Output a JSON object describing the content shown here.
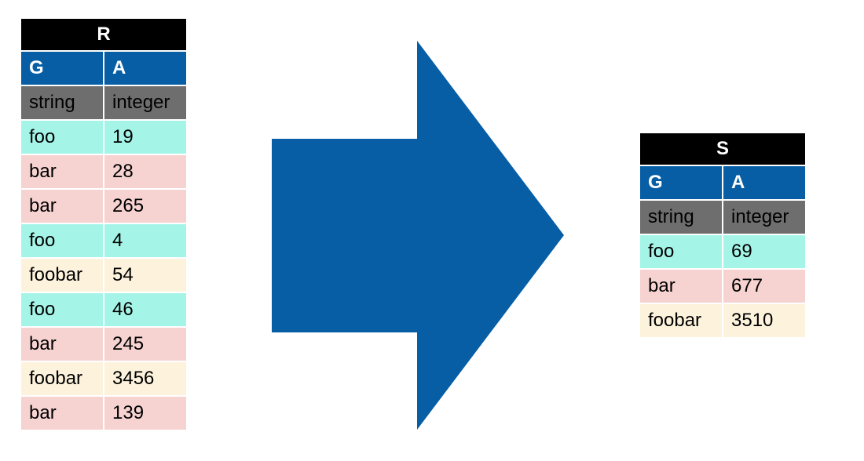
{
  "colors": {
    "title_bg": "#000000",
    "header_bg": "#075ea5",
    "type_bg": "#6e6e6e",
    "arrow": "#075ea5",
    "group_colors": {
      "foo": "#a4f5e8",
      "bar": "#f6d3d1",
      "foobar": "#fdf3dc"
    }
  },
  "input_table": {
    "name": "R",
    "columns": [
      {
        "name": "G",
        "type": "string"
      },
      {
        "name": "A",
        "type": "integer"
      }
    ],
    "rows": [
      {
        "g": "foo",
        "a": "19"
      },
      {
        "g": "bar",
        "a": "28"
      },
      {
        "g": "bar",
        "a": "265"
      },
      {
        "g": "foo",
        "a": "4"
      },
      {
        "g": "foobar",
        "a": "54"
      },
      {
        "g": "foo",
        "a": "46"
      },
      {
        "g": "bar",
        "a": "245"
      },
      {
        "g": "foobar",
        "a": "3456"
      },
      {
        "g": "bar",
        "a": "139"
      }
    ]
  },
  "arrow": {
    "icon": "right-arrow-icon"
  },
  "output_table": {
    "name": "S",
    "columns": [
      {
        "name": "G",
        "type": "string"
      },
      {
        "name": "A",
        "type": "integer"
      }
    ],
    "rows": [
      {
        "g": "foo",
        "a": "69"
      },
      {
        "g": "bar",
        "a": "677"
      },
      {
        "g": "foobar",
        "a": "3510"
      }
    ]
  }
}
